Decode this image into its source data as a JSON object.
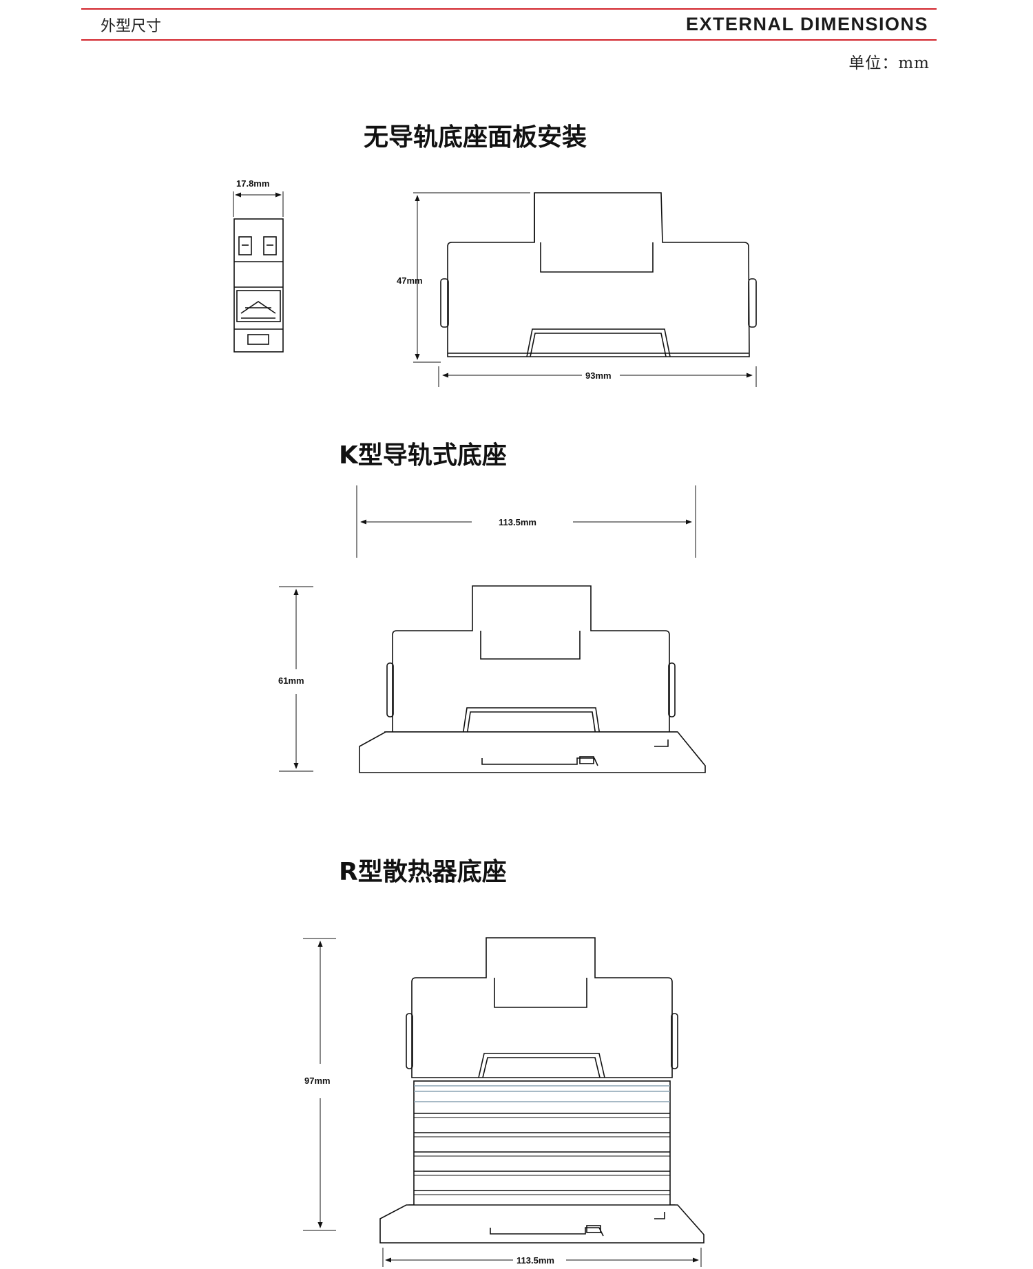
{
  "header": {
    "left_title": "外型尺寸",
    "right_title": "EXTERNAL DIMENSIONS",
    "unit": "单位：mm",
    "accent_color": "#d2232a"
  },
  "sections": [
    {
      "title": "无导轨底座面板安装",
      "dims": {
        "side_width": "17.8mm",
        "height": "47mm",
        "width": "93mm"
      }
    },
    {
      "title": "K型导轨式底座",
      "dims": {
        "width": "113.5mm",
        "height": "61mm"
      }
    },
    {
      "title": "R型散热器底座",
      "dims": {
        "height": "97mm",
        "width": "113.5mm"
      }
    }
  ]
}
